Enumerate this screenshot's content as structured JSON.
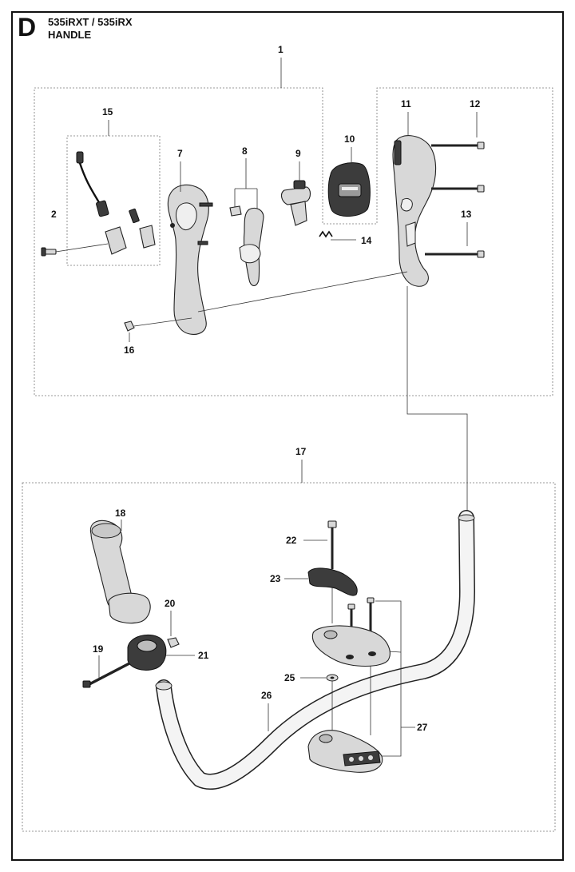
{
  "header": {
    "section_letter": "D",
    "model": "535iRXT / 535iRX",
    "assembly": "HANDLE"
  },
  "callouts": [
    {
      "id": "c1",
      "label": "1"
    },
    {
      "id": "c2",
      "label": "2"
    },
    {
      "id": "c7",
      "label": "7"
    },
    {
      "id": "c8",
      "label": "8"
    },
    {
      "id": "c9",
      "label": "9"
    },
    {
      "id": "c10",
      "label": "10"
    },
    {
      "id": "c11",
      "label": "11"
    },
    {
      "id": "c12",
      "label": "12"
    },
    {
      "id": "c13",
      "label": "13"
    },
    {
      "id": "c14",
      "label": "14"
    },
    {
      "id": "c15",
      "label": "15"
    },
    {
      "id": "c16",
      "label": "16"
    },
    {
      "id": "c17",
      "label": "17"
    },
    {
      "id": "c18",
      "label": "18"
    },
    {
      "id": "c19",
      "label": "19"
    },
    {
      "id": "c20",
      "label": "20"
    },
    {
      "id": "c21",
      "label": "21"
    },
    {
      "id": "c22",
      "label": "22"
    },
    {
      "id": "c23",
      "label": "23"
    },
    {
      "id": "c25",
      "label": "25"
    },
    {
      "id": "c26",
      "label": "26"
    },
    {
      "id": "c27",
      "label": "27"
    }
  ]
}
